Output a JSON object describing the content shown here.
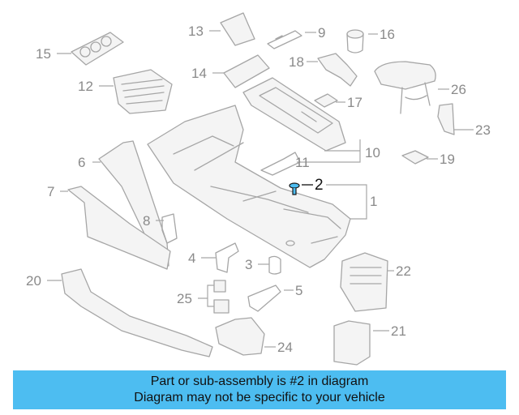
{
  "diagram": {
    "highlight_color": "#4dbdf1",
    "callouts": [
      {
        "id": "1",
        "label": "1"
      },
      {
        "id": "2",
        "label": "2",
        "highlighted": true
      },
      {
        "id": "3",
        "label": "3"
      },
      {
        "id": "4",
        "label": "4"
      },
      {
        "id": "5",
        "label": "5"
      },
      {
        "id": "6",
        "label": "6"
      },
      {
        "id": "7",
        "label": "7"
      },
      {
        "id": "8",
        "label": "8"
      },
      {
        "id": "9",
        "label": "9"
      },
      {
        "id": "10",
        "label": "10"
      },
      {
        "id": "11",
        "label": "11"
      },
      {
        "id": "12",
        "label": "12"
      },
      {
        "id": "13",
        "label": "13"
      },
      {
        "id": "14",
        "label": "14"
      },
      {
        "id": "15",
        "label": "15"
      },
      {
        "id": "16",
        "label": "16"
      },
      {
        "id": "17",
        "label": "17"
      },
      {
        "id": "18",
        "label": "18"
      },
      {
        "id": "19",
        "label": "19"
      },
      {
        "id": "20",
        "label": "20"
      },
      {
        "id": "21",
        "label": "21"
      },
      {
        "id": "22",
        "label": "22"
      },
      {
        "id": "23",
        "label": "23"
      },
      {
        "id": "24",
        "label": "24"
      },
      {
        "id": "25",
        "label": "25"
      },
      {
        "id": "26",
        "label": "26"
      }
    ]
  },
  "banner": {
    "line1": "Part or sub-assembly is #2 in diagram",
    "line2": "Diagram may not be specific to your vehicle",
    "background": "#4dbdf1"
  }
}
